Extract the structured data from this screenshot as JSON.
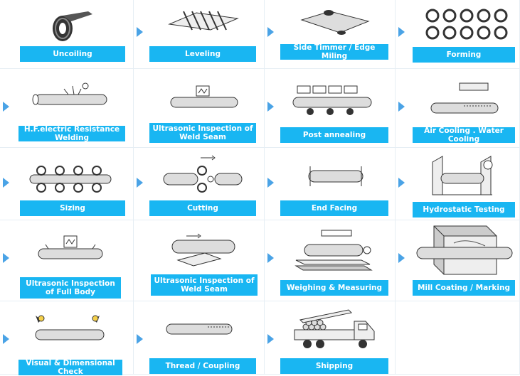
{
  "steps": [
    {
      "label": "Uncoiling",
      "icon": "coil-icon"
    },
    {
      "label": "Leveling",
      "icon": "leveling-icon"
    },
    {
      "label": "Side Timmer / Edge Miling",
      "icon": "edge-milling-icon"
    },
    {
      "label": "Forming",
      "icon": "forming-rollers-icon"
    },
    {
      "label": "H.F.electric Resistance Welding",
      "icon": "welding-icon"
    },
    {
      "label": "Ultrasonic Inspection of Weld Seam",
      "icon": "ultrasonic-icon"
    },
    {
      "label": "Post annealing",
      "icon": "annealing-icon"
    },
    {
      "label": "Air Cooling . Water Cooling",
      "icon": "cooling-icon"
    },
    {
      "label": "Sizing",
      "icon": "sizing-rollers-icon"
    },
    {
      "label": "Cutting",
      "icon": "cutting-icon"
    },
    {
      "label": "End Facing",
      "icon": "end-facing-icon"
    },
    {
      "label": "Hydrostatic Testing",
      "icon": "hydrostatic-test-icon"
    },
    {
      "label": "Ultrasonic Inspection of Full Body",
      "icon": "full-body-ultrasonic-icon"
    },
    {
      "label": "Ultrasonic Inspection of Weld Seam",
      "icon": "weld-seam-ultrasonic-icon"
    },
    {
      "label": "Weighing & Measuring",
      "icon": "weighing-icon"
    },
    {
      "label": "Mill Coating / Marking",
      "icon": "coating-icon"
    },
    {
      "label": "Visual & Dimensional Check",
      "icon": "visual-check-icon"
    },
    {
      "label": "Thread / Coupling",
      "icon": "thread-icon"
    },
    {
      "label": "Shipping",
      "icon": "truck-icon"
    }
  ],
  "colors": {
    "label_bg": "#19b6f2",
    "arrow": "#4aa3e6"
  }
}
